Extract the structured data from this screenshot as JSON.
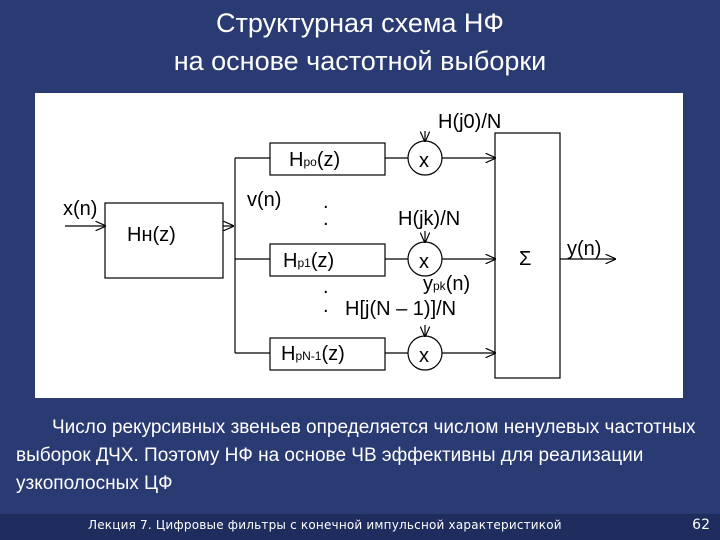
{
  "title": {
    "line1": "Структурная схема НФ",
    "line2": "на основе частотной выборки"
  },
  "diagram": {
    "input": "x(n)",
    "comb_filter": "Hн(z)",
    "v": "v(n)",
    "h0_coef": "H(j0)/N",
    "hk_coef": "H(jk)/N",
    "hn1_coef": "H[j(N – 1)]/N",
    "res0_base": "H",
    "res0_sub": "po",
    "res0_arg": "(z)",
    "res1_base": "H",
    "res1_sub": "p1",
    "res1_arg": "(z)",
    "resn1_base": "H",
    "resn1_sub": "pN-1",
    "resn1_arg": "(z)",
    "mult": "x",
    "ypk_base": "y",
    "ypk_sub": "pk",
    "ypk_arg": "(n)",
    "dot": ".",
    "sum": "Σ",
    "output": "y(n)"
  },
  "body": {
    "paragraph": "Число рекурсивных звеньев определяется числом ненулевых частотных выборок ДЧХ. Поэтому НФ на основе ЧВ эффективны для реализации узкополосных ЦФ"
  },
  "footer": {
    "text": "Лекция 7. Цифровые фильтры с конечной импульсной характеристикой",
    "page": "62"
  }
}
